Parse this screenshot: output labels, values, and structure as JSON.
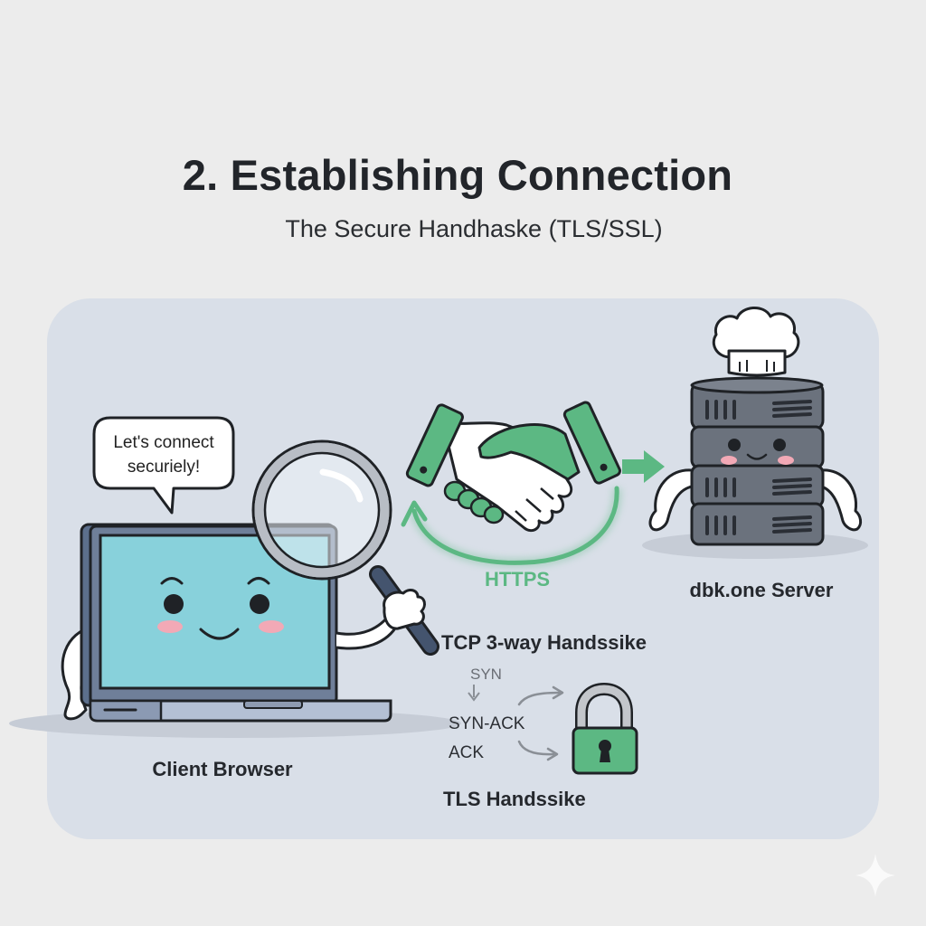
{
  "header": {
    "title": "2. Establishing Connection",
    "subtitle": "The Secure Handhaske (TLS/SSL)"
  },
  "client": {
    "speech_bubble_line1": "Let's connect",
    "speech_bubble_line2": "securiely!",
    "label": "Client Browser"
  },
  "connection": {
    "protocol_label": "HTTPS"
  },
  "server": {
    "label": "dbk.one Server"
  },
  "handshake_steps": {
    "tcp_title": "TCP 3-way Handssike",
    "steps": [
      "SYN",
      "SYN-ACK",
      "ACK"
    ],
    "tls_title": "TLS Handssike"
  },
  "colors": {
    "accent_green": "#5cb883",
    "screen_teal": "#88d1db",
    "server_gray": "#6b727d",
    "card_bg": "#d9dfe8",
    "page_bg": "#ececec"
  },
  "icons": {
    "handshake": "handshake-icon",
    "padlock": "padlock-icon",
    "magnifier": "magnifying-glass-icon",
    "chef_hat": "chef-hat-icon",
    "sparkle": "sparkle-icon"
  }
}
